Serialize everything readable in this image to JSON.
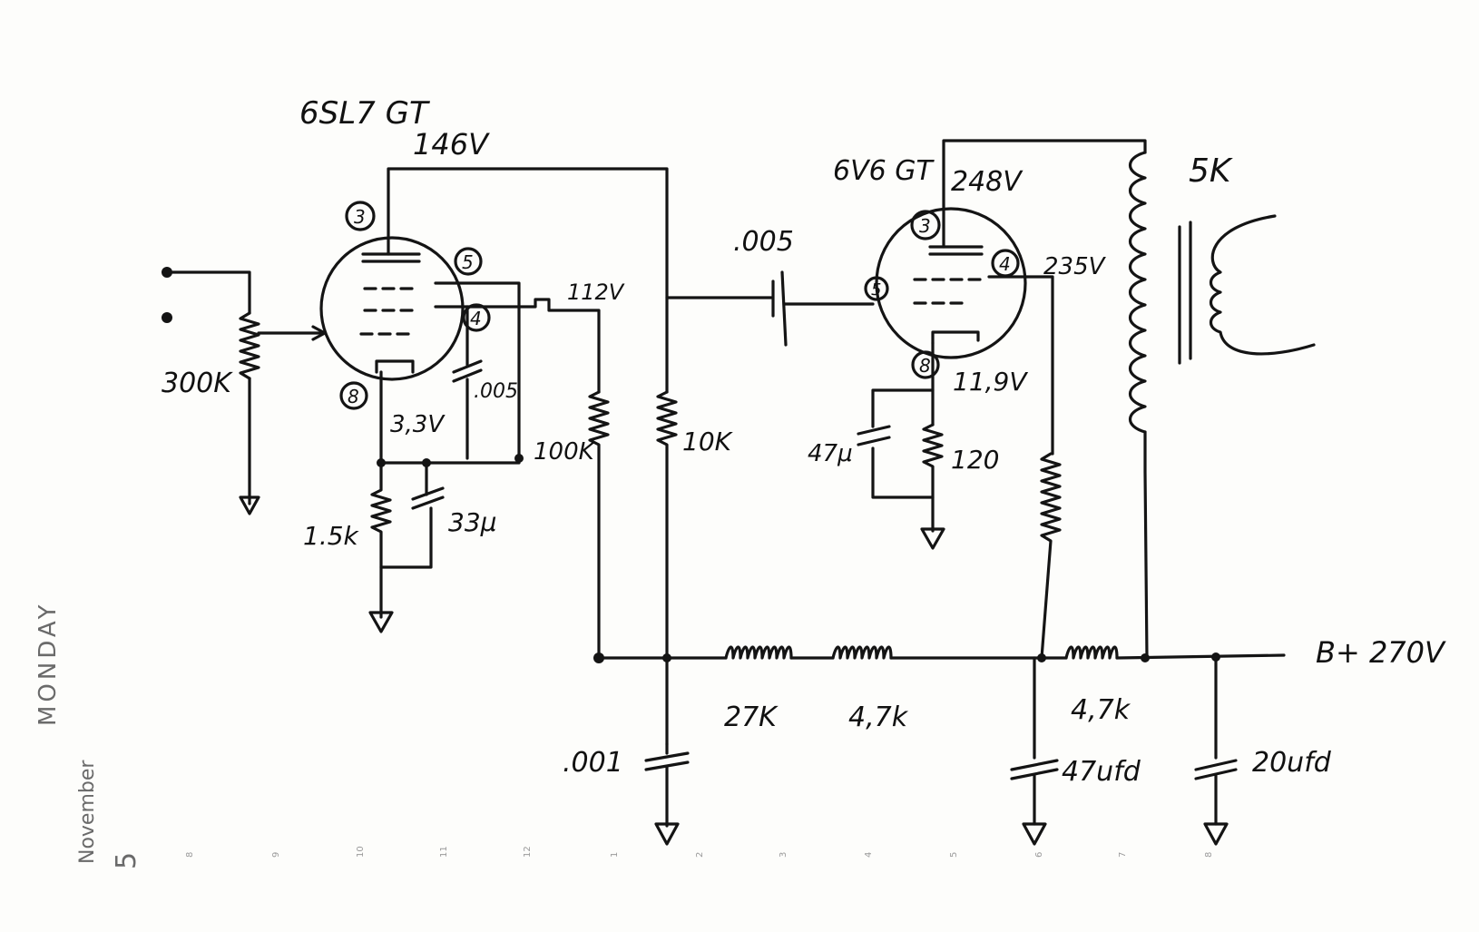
{
  "diary": {
    "day": "MONDAY",
    "month": "November",
    "date": "5"
  },
  "hour_marks": [
    "8",
    "9",
    "10",
    "11",
    "12",
    "1",
    "2",
    "3",
    "4",
    "5",
    "6",
    "7",
    "8"
  ],
  "schematic": {
    "tube1": {
      "type": "6SL7 GT",
      "pins": [
        "3",
        "5",
        "4",
        "8"
      ]
    },
    "tube2": {
      "type": "6V6 GT",
      "pins": [
        "3",
        "5",
        "4",
        "8"
      ]
    },
    "voltages": {
      "t1_plate": "146V",
      "t1_screen": "112V",
      "t1_cathode": "3,3V",
      "t2_plate": "248V",
      "t2_screen": "235V",
      "t2_cathode": "11,9V",
      "supply": "B+ 270V"
    },
    "components": {
      "input_pot": "300K",
      "cap_screen": ".005",
      "cap_cathode1": "33μ",
      "res_cathode1": "1.5k",
      "res_screen1": "100K",
      "res_plate1": "10K",
      "coupling_cap": ".005",
      "cap_cathode2": "47μ",
      "res_cathode2": "120",
      "transformer": "5K",
      "cap_decouple": ".001",
      "res_chain1": "27K",
      "res_chain2": "4,7k",
      "res_chain3": "4,7k",
      "cap_filter1": "47ufd",
      "cap_filter2": "20ufd"
    }
  }
}
